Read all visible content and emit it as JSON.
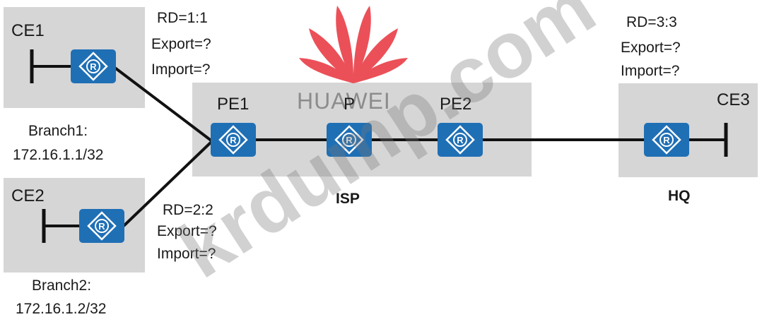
{
  "sites": {
    "ce1": {
      "name": "CE1"
    },
    "ce2": {
      "name": "CE2"
    },
    "ce3": {
      "name": "CE3"
    },
    "pe1": {
      "name": "PE1"
    },
    "p": {
      "name": "P"
    },
    "pe2": {
      "name": "PE2"
    }
  },
  "vpn_params": {
    "ce1": {
      "rd": "RD=1:1",
      "export": "Export=?",
      "import": "Import=?"
    },
    "ce2": {
      "rd": "RD=2:2",
      "export": "Export=?",
      "import": "Import=?"
    },
    "hq": {
      "rd": "RD=3:3",
      "export": "Export=?",
      "import": "Import=?"
    }
  },
  "branches": {
    "branch1": {
      "name": "Branch1:",
      "ip": "172.16.1.1/32"
    },
    "branch2": {
      "name": "Branch2:",
      "ip": "172.16.1.2/32"
    }
  },
  "areas": {
    "isp": "ISP",
    "hq": "HQ"
  },
  "router_glyph": "R",
  "logo": {
    "text": "HUAWEI",
    "color": "#e8323c"
  },
  "watermark": "krdump.com",
  "colors": {
    "router": "#1f6fb5",
    "area": "#d6d6d6",
    "link": "#111111"
  }
}
